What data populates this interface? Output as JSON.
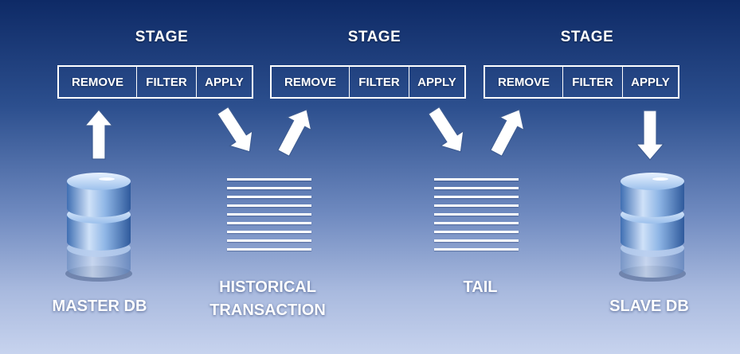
{
  "stages": [
    {
      "title": "STAGE",
      "steps": [
        "REMOVE",
        "FILTER",
        "APPLY"
      ]
    },
    {
      "title": "STAGE",
      "steps": [
        "REMOVE",
        "FILTER",
        "APPLY"
      ]
    },
    {
      "title": "STAGE",
      "steps": [
        "REMOVE",
        "FILTER",
        "APPLY"
      ]
    }
  ],
  "nodes": {
    "master_db": "MASTER DB",
    "historical_line1": "HISTORICAL",
    "historical_line2": "TRANSACTION",
    "tail": "TAIL",
    "slave_db": "SLAVE DB"
  },
  "icons": {
    "database": "database-icon",
    "log": "transaction-log-icon",
    "arrow": "arrow-icon"
  },
  "colors": {
    "background_top": "#0e2a66",
    "background_bottom": "#c7d3ee",
    "foreground": "#ffffff",
    "database_blue": "#6fa0dc"
  }
}
